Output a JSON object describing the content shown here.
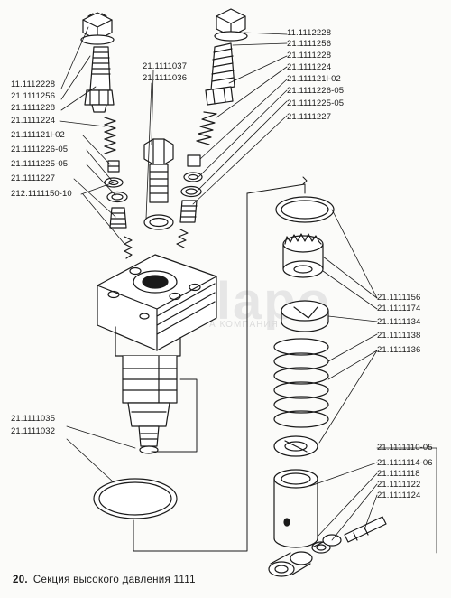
{
  "colors": {
    "ink": "#1a1a1a",
    "paper": "#fbfbf9",
    "watermark": "#e6e6e6"
  },
  "watermark": {
    "text": "Ulapo",
    "subtitle": "А КОМПАНИЯ"
  },
  "caption": {
    "number": "20.",
    "text": "Секция высокого давления  1111"
  },
  "labels": {
    "left_stack": [
      "11.1112228",
      "21.1111256",
      "21.1111228",
      "21.1111224",
      "21.111121l-02",
      "21.1111226-05",
      "21.1111225-05",
      "21.1111227",
      "212.1111150-10"
    ],
    "top_center": [
      "21.1111037",
      "21.1111036"
    ],
    "right_stack": [
      "11.1112228",
      "21.1111256",
      "21.1111228",
      "21.1111224",
      "21.111121l-02",
      "21.1111226-05",
      "21.1111225-05",
      "21.1111227"
    ],
    "lower_left": [
      "21.1111035",
      "21.1111032"
    ],
    "mid_right": [
      "21.1111156",
      "21.1111174",
      "21.1111134",
      "21.1111138",
      "21.1111136"
    ],
    "lower_right": [
      "21.1111110-05",
      "21.1111114-06",
      "21.1111118",
      "21.1111122",
      "21.1111124"
    ]
  }
}
